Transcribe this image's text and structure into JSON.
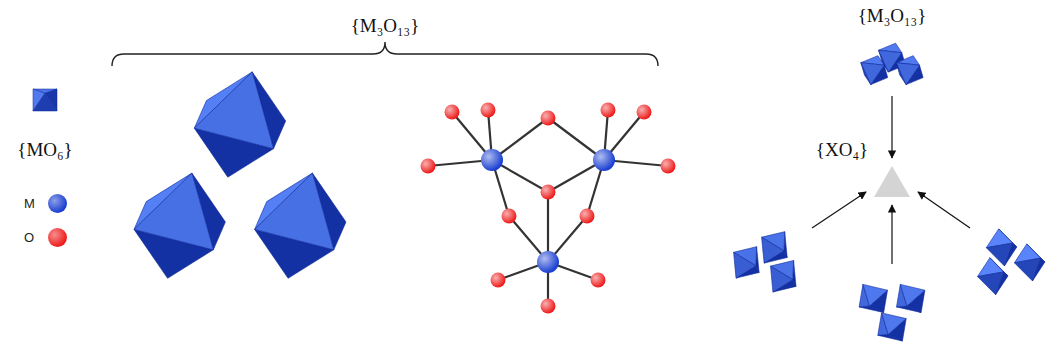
{
  "diagram": {
    "labels": [
      "{MO₆}",
      "{M₃O₁₃}",
      "{M₃O₁₃}",
      "{XO₄}"
    ],
    "legend": [
      {
        "text": "M",
        "color": "#1a3fd1"
      },
      {
        "text": "O",
        "color": "#ee1c1c"
      }
    ]
  }
}
